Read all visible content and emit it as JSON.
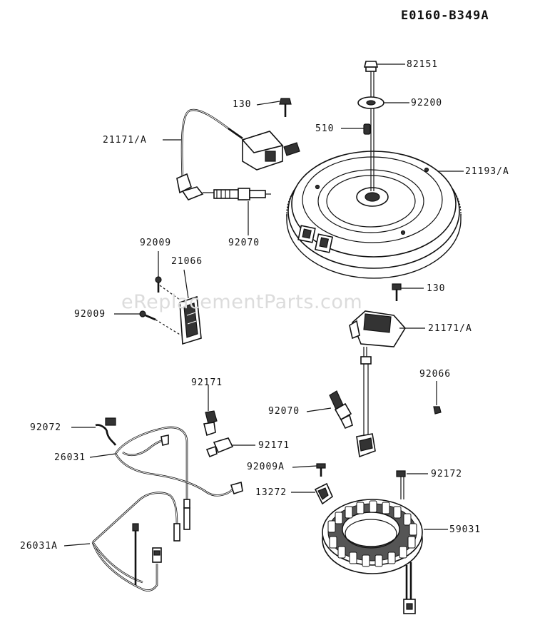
{
  "diagram_id": "E0160-B349A",
  "watermark": "eReplacementParts.com",
  "labels": {
    "l82151": "82151",
    "l92200": "92200",
    "l510": "510",
    "l21193a": "21193/A",
    "l130_top": "130",
    "l21171a_top": "21171/A",
    "l92070_top": "92070",
    "l92009_a": "92009",
    "l21066": "21066",
    "l92009_b": "92009",
    "l130_mid": "130",
    "l21171a_mid": "21171/A",
    "l92066": "92066",
    "l92171_a": "92171",
    "l92072": "92072",
    "l26031": "26031",
    "l92171_b": "92171",
    "l92070_mid": "92070",
    "l92009a": "92009A",
    "l92172": "92172",
    "l13272": "13272",
    "l59031": "59031",
    "l26031a": "26031A"
  }
}
